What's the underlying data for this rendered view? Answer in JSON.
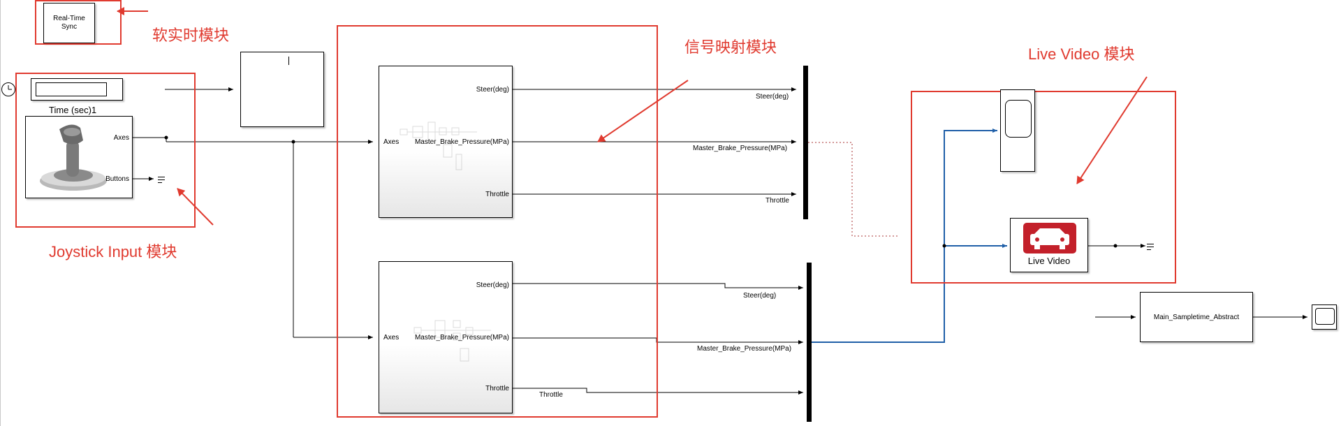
{
  "annotations": {
    "rt_sync": "软实时模块",
    "signal_mapping": "信号映射模块",
    "live_video": "Live Video 模块",
    "joystick_input": "Joystick Input 模块"
  },
  "blocks": {
    "rt_sync": "Real-Time\nSync",
    "time_label": "Time (sec)1",
    "joystick_ports": [
      "Axes",
      "Buttons"
    ],
    "map1_ports": {
      "input": "Axes",
      "outputs": [
        "Steer(deg)",
        "Master_Brake_Pressure(MPa)",
        "Throttle"
      ]
    },
    "map2_ports": {
      "input": "Axes",
      "outputs": [
        "Steer(deg)",
        "Master_Brake_Pressure(MPa)",
        "Throttle"
      ]
    },
    "live_video": "Live Video",
    "sampletime": "Main_Sampletime_Abstract"
  },
  "signals": {
    "top": [
      "Steer(deg)",
      "Master_Brake_Pressure(MPa)",
      "Throttle"
    ],
    "bottom": [
      "Steer(deg)",
      "Master_Brake_Pressure(MPa)",
      "Throttle"
    ]
  },
  "colors": {
    "annotation": "#e03a2f",
    "bus_wire": "#1f5fa8",
    "car_icon": "#c3202a"
  }
}
